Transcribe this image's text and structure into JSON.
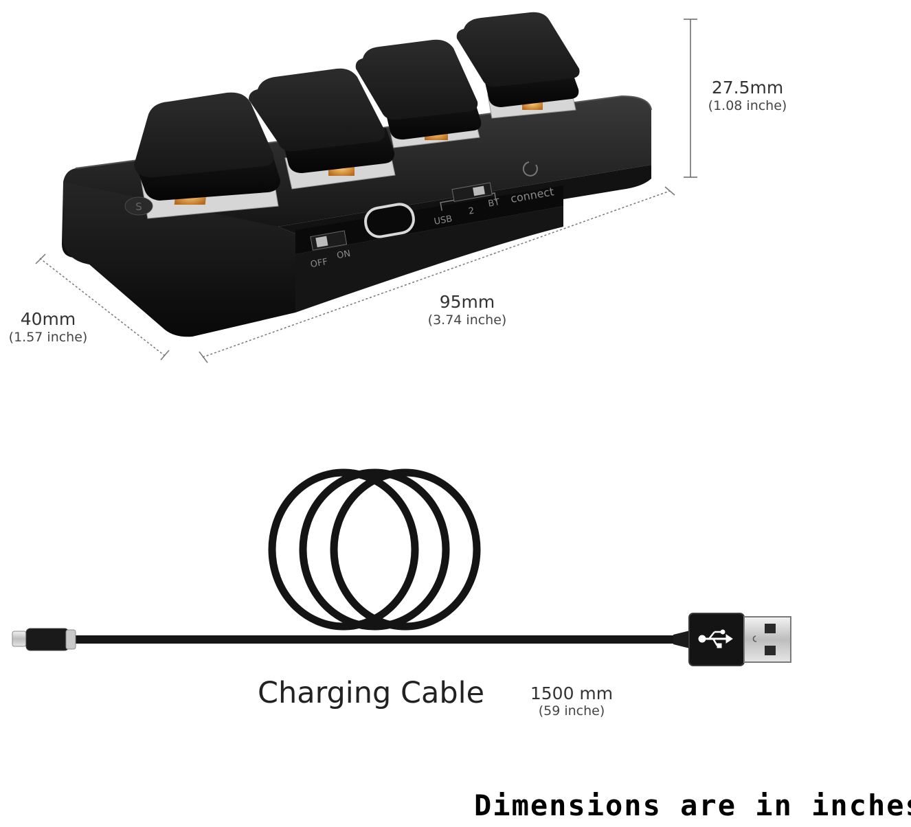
{
  "device": {
    "switch_labels": {
      "off": "OFF",
      "on": "ON"
    },
    "mode_labels": {
      "usb": "USB",
      "two": "2",
      "bt": "BT"
    },
    "connect_label": "connect",
    "side_button_label": "S",
    "colors": {
      "body": "#1a1a1a",
      "key": "#151515",
      "led": "#f0a23a"
    }
  },
  "dimensions": {
    "height": {
      "mm": "27.5mm",
      "inch": "(1.08 inche)"
    },
    "length": {
      "mm": "95mm",
      "inch": "(3.74 inche)"
    },
    "width": {
      "mm": "40mm",
      "inch": "(1.57 inche)"
    }
  },
  "cable": {
    "label": "Charging Cable",
    "length_mm": "1500 mm",
    "length_inch": "(59 inche)",
    "usb_icon": "usb-icon"
  },
  "footer": {
    "text": "Dimensions are in inches"
  }
}
